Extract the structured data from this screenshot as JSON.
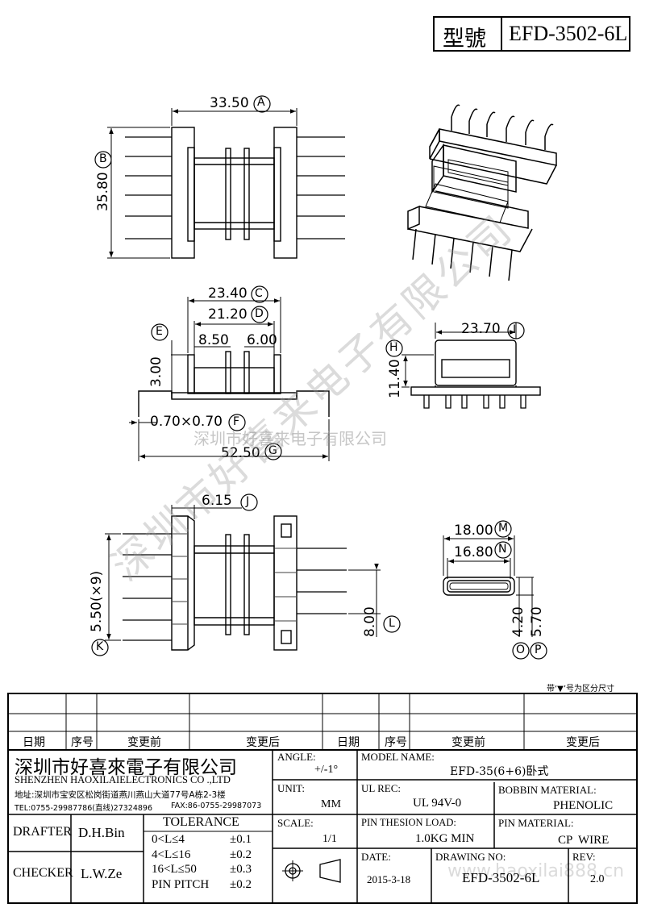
{
  "model_box": {
    "label": "型號",
    "value": "EFD-3502-6L"
  },
  "dims": {
    "A": {
      "value": "33.50",
      "letter": "A"
    },
    "B": {
      "value": "35.80",
      "letter": "B"
    },
    "C": {
      "value": "23.40",
      "letter": "C"
    },
    "D": {
      "value": "21.20",
      "letter": "D"
    },
    "E": {
      "letter": "E",
      "value": "3.00"
    },
    "e1": "8.50",
    "e2": "6.00",
    "F": {
      "value": "0.70×0.70",
      "letter": "F"
    },
    "G": {
      "value": "52.50",
      "letter": "G"
    },
    "H": {
      "letter": "H",
      "value": "11.40"
    },
    "I": {
      "value": "23.70",
      "letter": "I"
    },
    "J": {
      "value": "6.15",
      "letter": "J"
    },
    "K": {
      "value": "5.50(×9)",
      "letter": "K"
    },
    "L": {
      "value": "8.00",
      "letter": "L"
    },
    "M": {
      "value": "18.00",
      "letter": "M"
    },
    "N": {
      "value": "16.80",
      "letter": "N"
    },
    "O": {
      "value": "4.20",
      "letter": "O"
    },
    "P": {
      "value": "5.70",
      "letter": "P"
    }
  },
  "note": "带‘▼’号为区分尺寸",
  "watermark": {
    "diagonal": "深圳市好喜来电子有限公司",
    "center": "深圳市好喜来电子有限公司",
    "site": "www.haoxilai888.cn"
  },
  "revision_table": {
    "headers": [
      "日期",
      "序号",
      "变更前",
      "变更后",
      "日期",
      "序号",
      "变更前",
      "变更后"
    ]
  },
  "company": {
    "name_cn": "深圳市好喜來電子有限公司",
    "name_en": "SHENZHEN HAOXILAIELECTRONICS CO .,LTD",
    "address": "地址:深圳市宝安区松岗街道燕川燕山大道77号A栋2-3楼",
    "tel": "TEL:0755-29987786(直线)27324896",
    "fax": "FAX:86-0755-29987073"
  },
  "title_block": {
    "angle_label": "ANGLE:",
    "angle_value": "+/-1°",
    "model_label": "MODEL NAME:",
    "model_value": "EFD-35(6+6)卧式",
    "unit_label": "UNIT:",
    "unit_value": "MM",
    "ul_label": "UL REC:",
    "ul_value": "UL 94V-0",
    "bobbin_label": "BOBBIN MATERIAL:",
    "bobbin_value": "PHENOLIC",
    "scale_label": "SCALE:",
    "scale_value": "1/1",
    "pin_load_label": "PIN THESION LOAD:",
    "pin_load_value": "1.0KG MIN",
    "pin_mat_label": "PIN MATERIAL:",
    "pin_mat_value": "CP  WIRE",
    "date_label": "DATE:",
    "date_value": "2015-3-18",
    "drawing_label": "DRAWING NO:",
    "drawing_value": "EFD-3502-6L",
    "rev_label": "REV:",
    "rev_value": "2.0",
    "drafter_label": "DRAFTER",
    "drafter_value": "D.H.Bin",
    "checker_label": "CHECKER",
    "checker_value": "L.W.Ze",
    "tolerance_title": "TOLERANCE",
    "tolerance_rows": [
      {
        "range": "0<L≤4",
        "tol": "±0.1"
      },
      {
        "range": "4<L≤16",
        "tol": "±0.2"
      },
      {
        "range": "16<L≤50",
        "tol": "±0.3"
      },
      {
        "range": "PIN PITCH",
        "tol": "±0.2"
      }
    ]
  }
}
